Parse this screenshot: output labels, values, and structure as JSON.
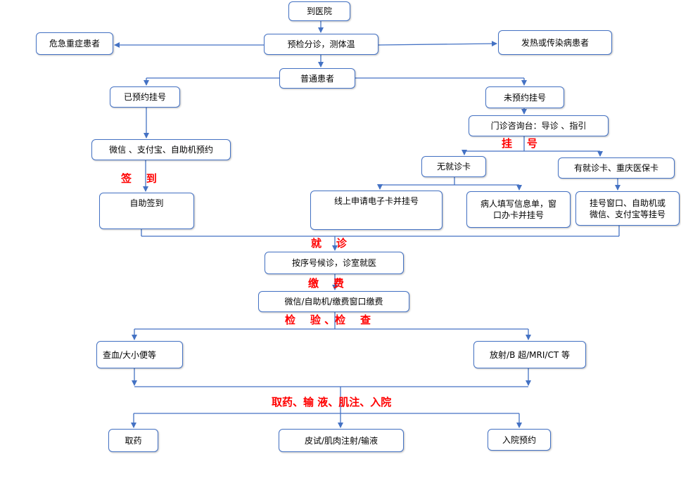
{
  "colors": {
    "line": "#4472c4",
    "label": "#ff0000",
    "border": "#4472c4"
  },
  "nodes": {
    "arrive": "到医院",
    "triage": "预检分诊，测体温",
    "critical": "危急重症患者",
    "fever": "发热或传染病患者",
    "regular": "普通患者",
    "booked": "已预约挂号",
    "booking_channels": "微信 、支付宝、自助机预约",
    "self_checkin": "自助签到",
    "not_booked": "未预约挂号",
    "info_desk": "门诊咨询台：导诊 、指引",
    "no_card": "无就诊卡",
    "has_card": "有就诊卡、重庆医保卡",
    "online_card": "线上申请电子卡并挂号",
    "fill_form_line1": "病人填写信息单，窗",
    "fill_form_line2": "口办卡并挂号",
    "window_reg_line1": "挂号窗口、自助机或",
    "window_reg_line2": "微信、支付宝等挂号",
    "queue": "按序号候诊，诊室就医",
    "payment": "微信/自助机/缴费窗口缴费",
    "blood_test": "查血/大小便等",
    "radiology": "放射/B 超/MRI/CT 等",
    "medicine": "取药",
    "injection": "皮试/肌肉注射/输液",
    "admission": "入院预约"
  },
  "labels": {
    "register": "挂    号",
    "checkin": "签    到",
    "consult": "就    诊",
    "pay": "缴    费",
    "exam": "检    验 、检    查",
    "treatment": "取药、输 液、肌注、入院"
  }
}
